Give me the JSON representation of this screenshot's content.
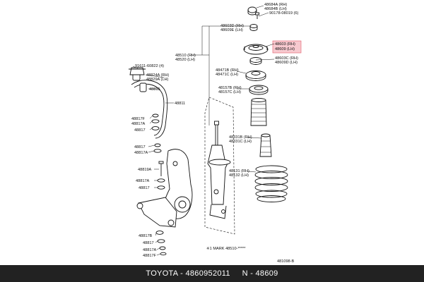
{
  "labels": {
    "p48684": "48684A (RH)",
    "p48684b": "48684B (LH)",
    "p90178": "90178-08019 (6)",
    "p48603d": "48603D (RH)",
    "p48609e": "48609E (LH)",
    "p48603": "48603 (RH)",
    "p48609": "48609 (LH)",
    "p48510": "48510 (RH)",
    "p48520": "48520 (LH)",
    "p48603c": "48603C (RH)",
    "p48609d": "48609D (LH)",
    "p48471b": "48471B (RH)",
    "p48471c": "48471C (LH)",
    "p48157b": "48157B (RH)",
    "p48157c": "48157C (LH)",
    "p91611": "91611-60822 (4)",
    "p48824a": "48824A (RH)",
    "p48829a": "48829A (LH)",
    "p48815": "48815",
    "p48811": "48811",
    "p48817f": "48817F",
    "p48817a": "48817A",
    "p48817": "48817",
    "p48331b": "48331B (RH)",
    "p48331c": "48331C (LH)",
    "p48817_2": "48817",
    "p48817a_2": "48817A",
    "p48819a": "48819A",
    "p48131": "48131 (RH)",
    "p48132": "48132 (LH)",
    "p48817a_3": "48817A",
    "p48817_3": "48817",
    "p48817b": "48817B",
    "p48817_4": "48817",
    "p48817a_4": "48817A",
    "p48817f_2": "48817F",
    "mark": "※1 MARK  48510-*****",
    "diagram_id": "481098-B"
  },
  "footer": {
    "text": "TOYOTA - 4860952011     N - 48609"
  },
  "colors": {
    "highlight_fill": "#f7c9cf",
    "highlight_stroke": "#e35a6a",
    "footer_bg": "#222222"
  }
}
